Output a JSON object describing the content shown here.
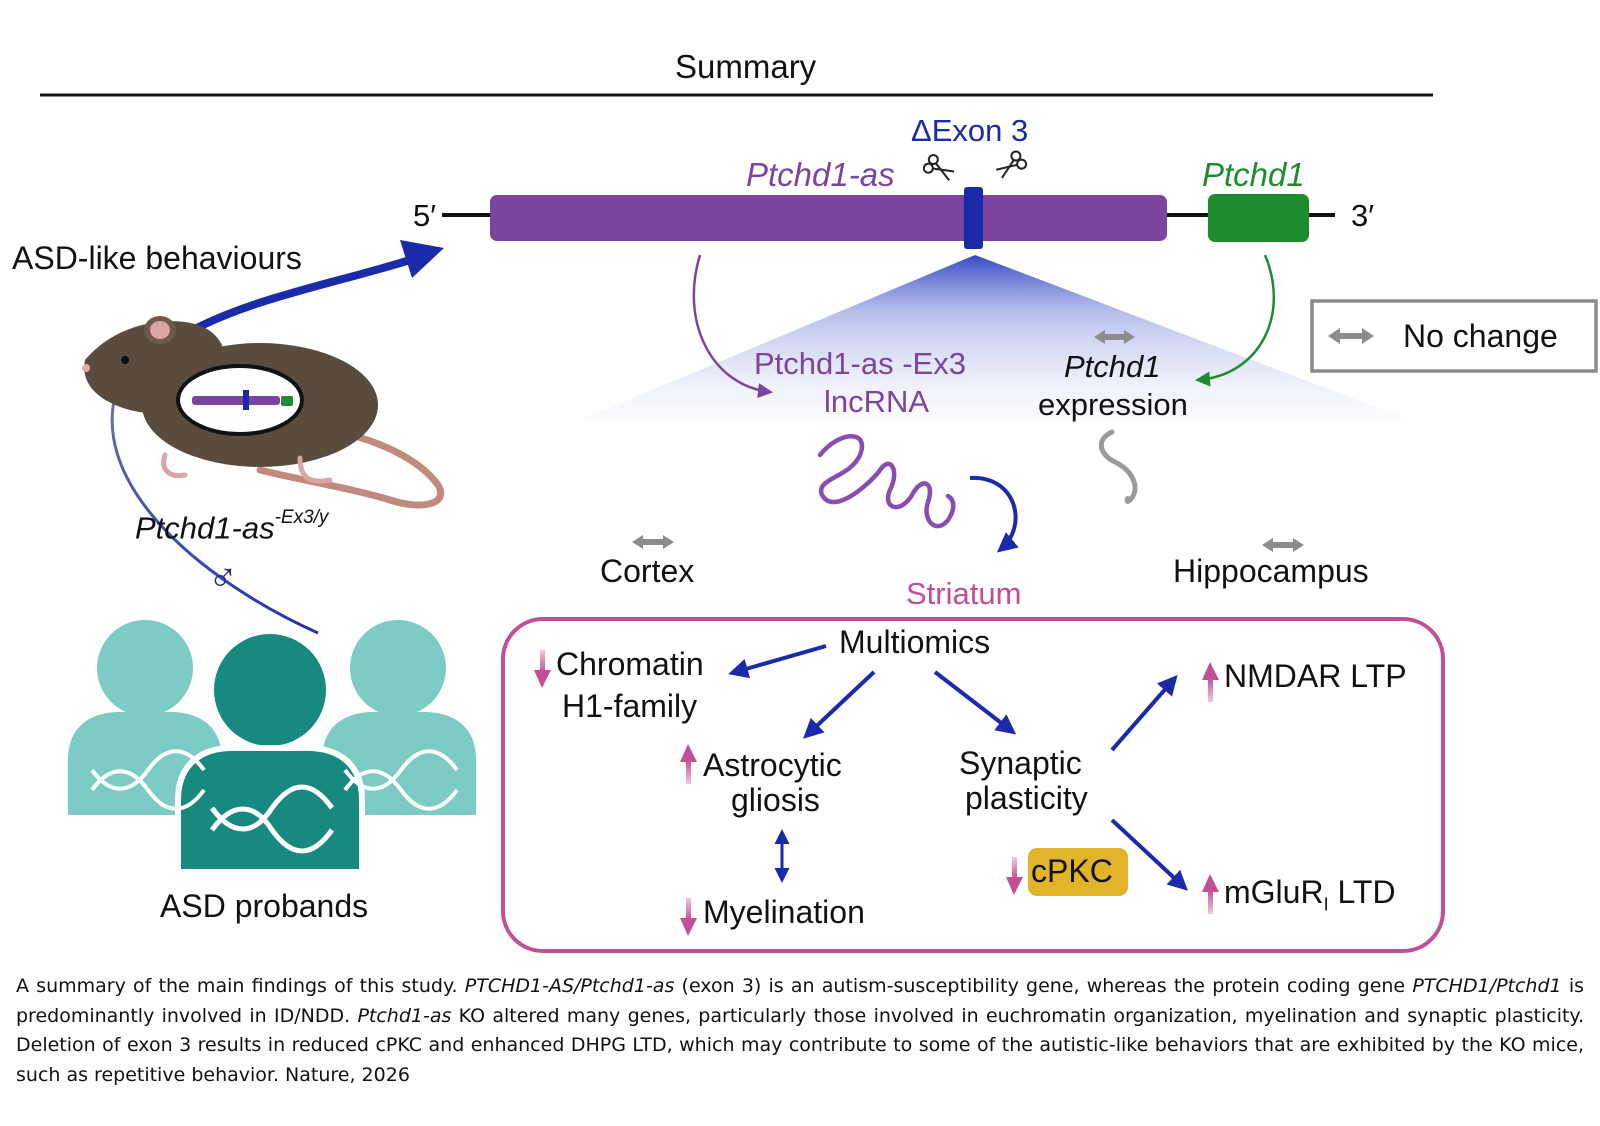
{
  "title": "Summary",
  "gene": {
    "five_prime": "5′",
    "three_prime": "3′",
    "antisense_name": "Ptchd1-as",
    "coding_name": "Ptchd1",
    "deletion_label": "ΔExon 3"
  },
  "legend": {
    "no_change_label": "No change"
  },
  "left": {
    "asd_behaviours": "ASD-like behaviours",
    "mouse_genotype": "Ptchd1-as",
    "mouse_genotype_sup": "-Ex3/y",
    "male_symbol": "♂",
    "asd_probands": "ASD probands"
  },
  "middle": {
    "lncrna_line1": "Ptchd1-as -Ex3",
    "lncrna_line2": "lncRNA",
    "expression_line1": "Ptchd1",
    "expression_line2": "expression",
    "cortex": "Cortex",
    "striatum": "Striatum",
    "hippocampus": "Hippocampus"
  },
  "striatum_box": {
    "multiomics": "Multiomics",
    "chromatin": "Chromatin",
    "h1_family": "H1-family",
    "astrocytic": "Astrocytic",
    "gliosis": "gliosis",
    "myelination": "Myelination",
    "synaptic": "Synaptic",
    "plasticity": "plasticity",
    "cpkc": "cPKC",
    "nmdar_ltp": "NMDAR LTP",
    "mglur": "mGluR",
    "mglur_sub": "I",
    "ltd": " LTD"
  },
  "caption": {
    "p1": "A summary of the main findings of this study. ",
    "p2": "PTCHD1-AS/Ptchd1-as",
    "p3": " (exon 3) is an autism-susceptibility gene, whereas the protein coding gene ",
    "p4": "PTCHD1/Ptchd1",
    "p5": " is predominantly involved in ID/NDD. ",
    "p6": "Ptchd1-as",
    "p7": " KO altered many genes, particularly those involved in euchromatin organization, myelination and synaptic plasticity. Deletion of exon 3 results in reduced cPKC and enhanced DHPG LTD, which may contribute to some of the autistic-like behaviors that are exhibited by the KO mice, such as repetitive behavior. Nature, 2026"
  },
  "colors": {
    "purple": "#7B44A0",
    "navy": "#1A2AA8",
    "green": "#1C8C2E",
    "magenta": "#C24E96",
    "teal_light": "#7DCBC5",
    "teal_dark": "#18897E",
    "gold": "#E2B42A",
    "gray_arrow": "#8C8C8C"
  },
  "icons": [
    "scissors-icon",
    "dna-helix-icon",
    "mouse-illustration",
    "person-icon",
    "up-arrow-icon",
    "down-arrow-icon",
    "bidirectional-arrow-icon"
  ]
}
